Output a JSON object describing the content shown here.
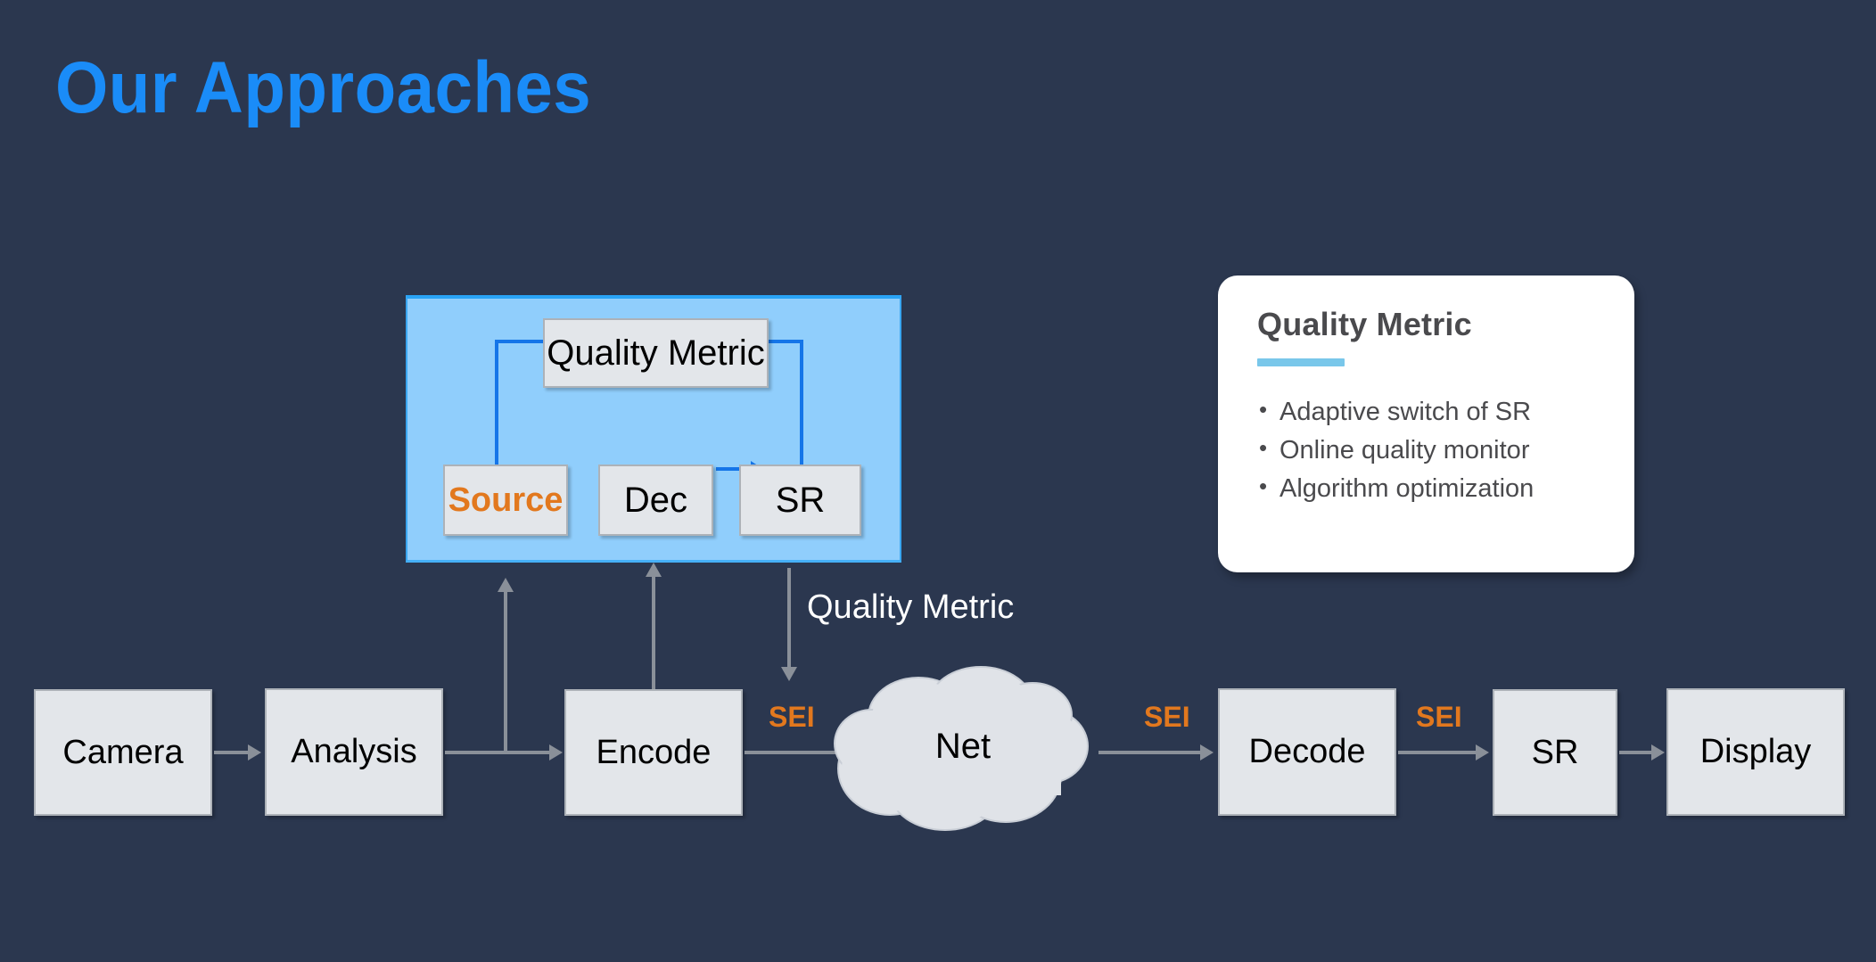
{
  "slide": {
    "title": "Our Approaches",
    "background_color": "#2b374f",
    "title_color": "#1a8cf8"
  },
  "blue_panel": {
    "fill_color": "#90cefc",
    "border_color": "#29a3f5",
    "boxes": {
      "quality_metric": "Quality Metric",
      "source": "Source",
      "dec": "Dec",
      "sr": "SR"
    },
    "source_color": "#e2781e",
    "arrow_color": "#1575e8"
  },
  "pipeline": {
    "camera": "Camera",
    "analysis": "Analysis",
    "encode": "Encode",
    "net": "Net",
    "decode": "Decode",
    "sr": "SR",
    "display": "Display",
    "sei_labels": [
      "SEI",
      "SEI",
      "SEI"
    ],
    "sei_color": "#e2781e",
    "connector_color": "#8a9099"
  },
  "annotations": {
    "quality_metric_caption": "Quality Metric"
  },
  "info_card": {
    "title": "Quality Metric",
    "accent_color": "#79c7ea",
    "bullets": [
      "Adaptive switch of SR",
      "Online quality monitor",
      "Algorithm optimization"
    ]
  }
}
